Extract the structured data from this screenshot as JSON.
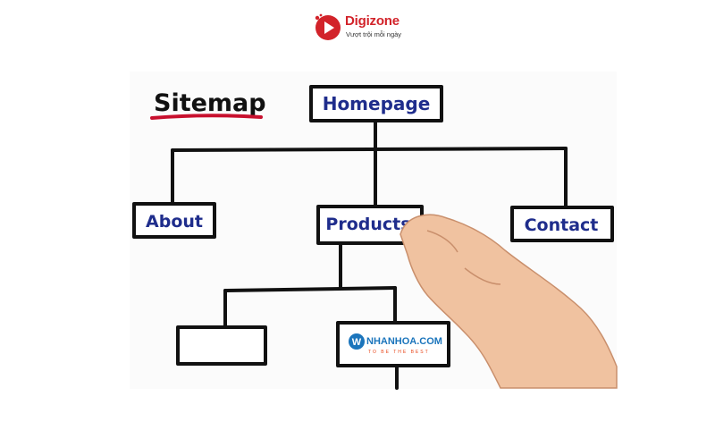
{
  "logo": {
    "brand": "Digizone",
    "tagline": "Vượt trội mỗi ngày",
    "accent": "#d2232a"
  },
  "diagram": {
    "title": "Sitemap",
    "nodes": {
      "homepage": "Homepage",
      "about": "About",
      "products": "Products",
      "contact": "Contact",
      "child1": "",
      "child2": ""
    },
    "watermark": {
      "name": "NHANHOA.COM",
      "tagline": "TO BE THE BEST"
    },
    "colors": {
      "label": "#1f2d8c",
      "underline": "#c8102e",
      "stroke": "#111111"
    }
  }
}
